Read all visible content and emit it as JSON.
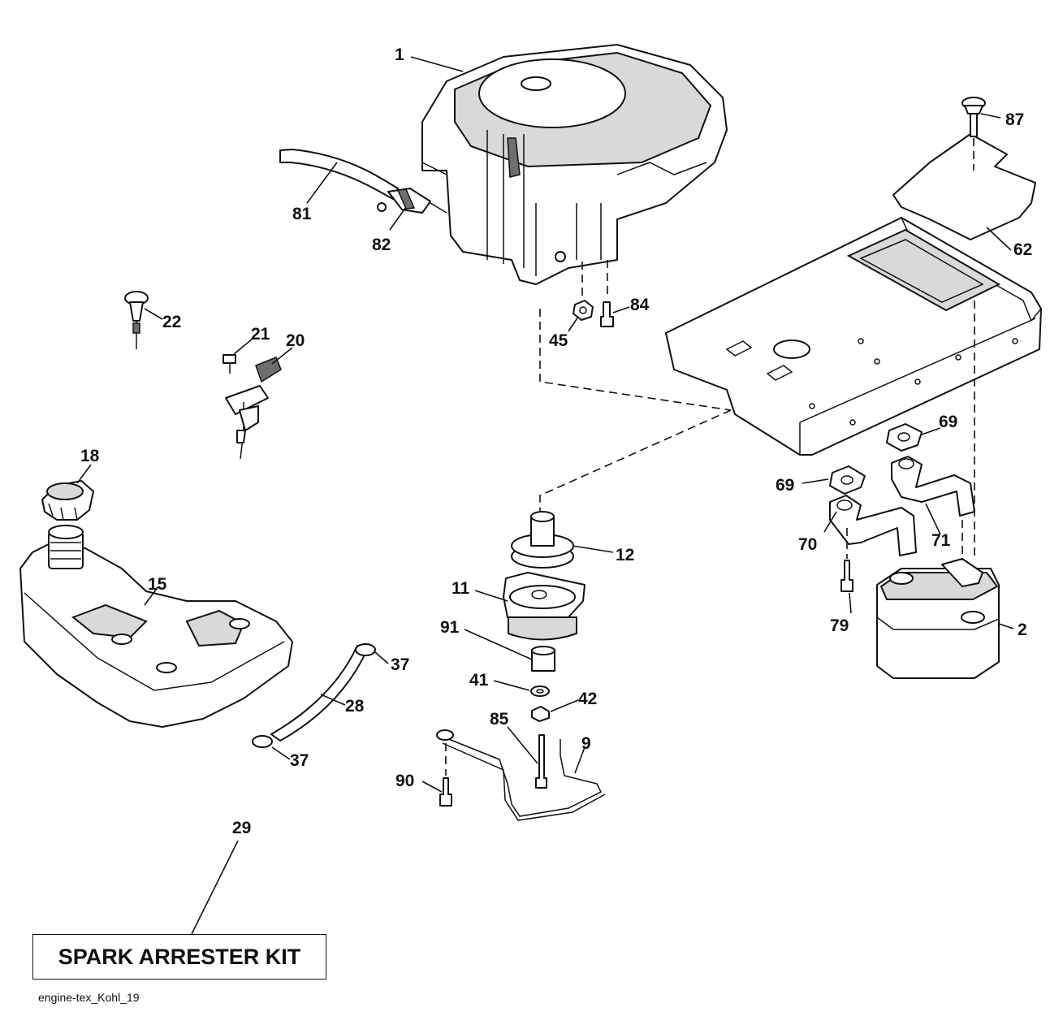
{
  "labels": {
    "engine": "1",
    "muffler": "2",
    "clutch_harness_bracket": "9",
    "pto_clutch": "11",
    "pulley": "12",
    "fuel_tank": "15",
    "fuel_cap": "18",
    "throttle_cable": "20",
    "screw_21": "21",
    "choke_knob": "22",
    "fuel_line": "28",
    "kit_leader": "29",
    "hose_clamp_upper": "37",
    "hose_clamp_lower": "37",
    "washer_41": "41",
    "lock_washer_42": "42",
    "nut_45": "45",
    "heat_shield": "62",
    "gasket_right": "69",
    "gasket_left": "69",
    "exhaust_pipe_left": "70",
    "exhaust_pipe_right": "71",
    "bolt_79": "79",
    "fuel_hose": "81",
    "fuel_filter": "82",
    "bolt_84": "84",
    "bolt_85": "85",
    "screw_87": "87",
    "bolt_90": "90",
    "spacer_91": "91"
  },
  "spark_arrester_kit": "SPARK ARRESTER KIT",
  "reference_code": "engine-tex_Kohl_19",
  "colors": {
    "line": "#111111",
    "shade": "#d9d9d9",
    "background": "#ffffff"
  }
}
